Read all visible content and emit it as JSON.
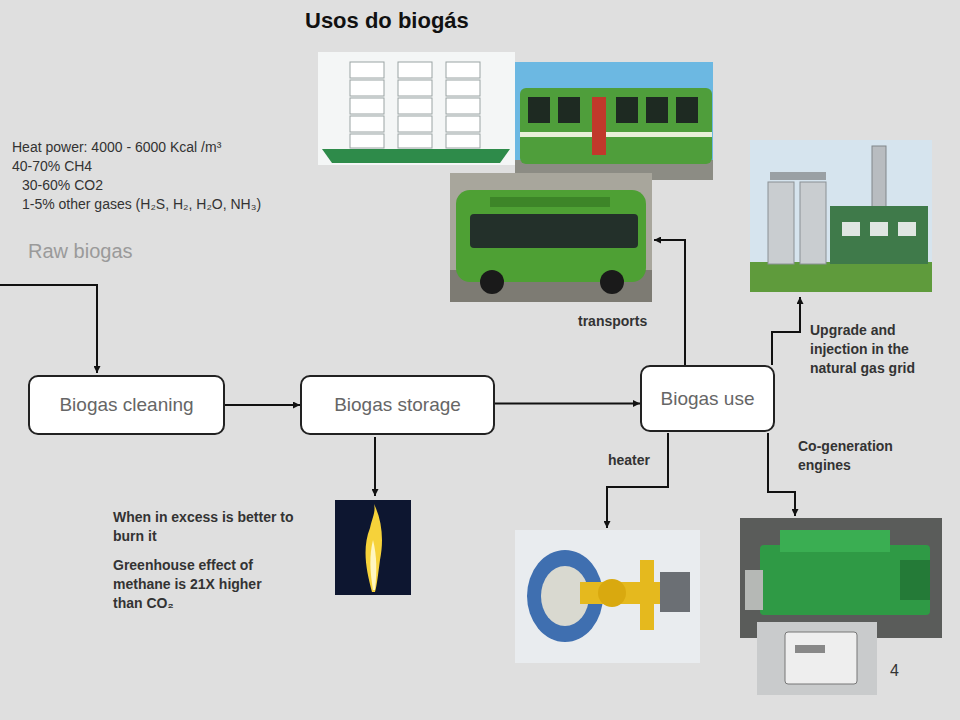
{
  "diagram": {
    "title": "Usos do biogás",
    "nodes": [
      {
        "text": [
          "Biogas cleaning"
        ]
      },
      {
        "text": [
          "Biogas storage"
        ]
      },
      {
        "text": [
          "Biogas use"
        ]
      }
    ],
    "edges": [
      {
        "from": 0,
        "to": 1,
        "arrow": "to"
      },
      {
        "from": 1,
        "to": 2,
        "arrow": "to"
      }
    ],
    "labels": [
      "Heat power: 4000 - 6000 Kcal /m³",
      "40-70% CH4",
      "30-60% CO2",
      "1-5% other gases (H₂S, H₂, H₂O, NH₃)",
      "Raw biogas",
      "transports",
      "Upgrade and injection in the natural gas grid",
      "heater",
      "Co-generation engines",
      "When in excess is better to burn it",
      "Greenhouse effect of methane is 21X higher than CO₂",
      "4"
    ]
  }
}
